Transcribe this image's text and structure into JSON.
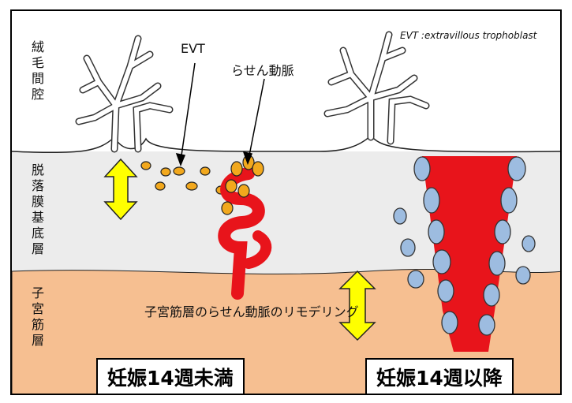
{
  "labels": {
    "villous_space": "絨毛間腔",
    "decidua_basalis": "脱落膜基底層",
    "myometrium": "子宮筋層",
    "evt": "EVT",
    "spiral_artery": "らせん動脈",
    "evt_note": "EVT :extravillous trophoblast",
    "remodeling": "子宮筋層のらせん動脈のリモデリング",
    "before_14w": "妊娠14週未満",
    "after_14w": "妊娠14週以降"
  },
  "colors": {
    "villous_space": "#ffffff",
    "decidua": "#ececec",
    "myometrium": "#f6bf91",
    "artery": "#e8141b",
    "evt_cell": "#f2a81d",
    "remodel_cell": "#9dbce0",
    "arrow": "#ffff00"
  }
}
